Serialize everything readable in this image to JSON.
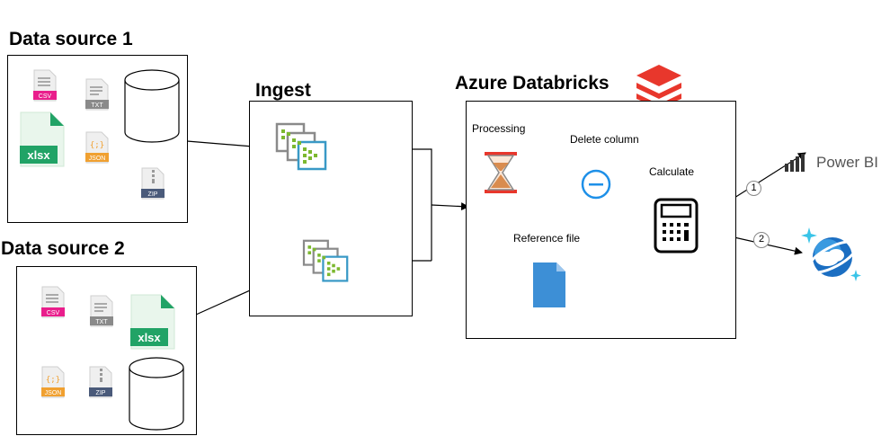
{
  "sources": {
    "source1": {
      "title": "Data source 1",
      "files": {
        "csv": "CSV",
        "txt": "TXT",
        "xlsx": "xlsx",
        "json": "JSON",
        "zip": "ZIP"
      }
    },
    "source2": {
      "title": "Data source 2",
      "files": {
        "csv": "CSV",
        "txt": "TXT",
        "xlsx": "xlsx",
        "json": "JSON",
        "zip": "ZIP"
      }
    }
  },
  "ingest": {
    "title": "Ingest"
  },
  "databricks": {
    "title": "Azure Databricks",
    "processing": "Processing",
    "delete_column": "Delete column",
    "calculate": "Calculate",
    "reference_file": "Reference file"
  },
  "outputs": {
    "powerbi_label": "Power BI",
    "badge1": "1",
    "badge2": "2"
  },
  "colors": {
    "csv": "#e91e8c",
    "txt": "#8a8a8a",
    "json": "#f0a030",
    "zip": "#4a5a7a",
    "xlsx": "#21a366",
    "databricks": "#e8372c",
    "adf_green": "#7cb82f",
    "adf_blue": "#3999c6",
    "minus_blue": "#1e90e8",
    "reference_blue": "#3d8fd6"
  }
}
